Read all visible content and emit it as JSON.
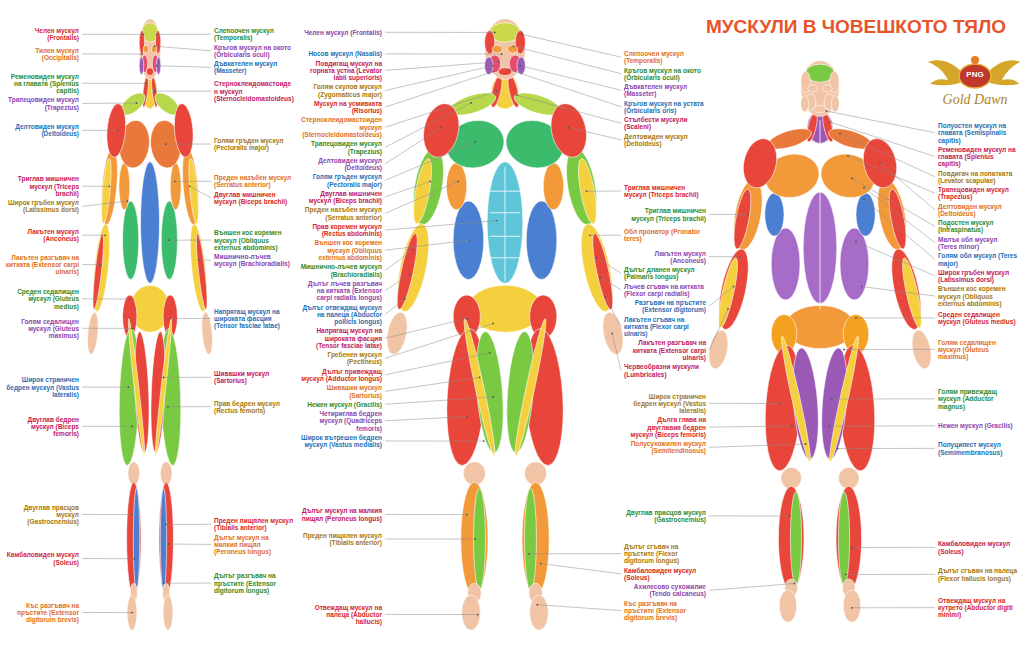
{
  "diagram": {
    "title": "МУСКУЛИ В ЧОВЕШКОТО ТЯЛО",
    "labels": [
      "Челен мускул (Frontalis)",
      "Тилен мускул (Occipitalis)",
      "Ременовиден мускул на главата (Splenius capitis)",
      "Трапецовиден мускул (Trapezius)",
      "Делтовиден мускул (Deltoideus)",
      "Триглав мишничен мускул (Triceps brachii)",
      "Широк гръбен мускул (Latissimus dorsi)",
      "Лакътен мускул (Anconeus)",
      "Лакътен разгъвач на китката (Extensor carpi ulnaris)",
      "Среден седалищен мускул (Gluteus medius)",
      "Голям седалищен мускул (Gluteus maximus)",
      "Широк страничен бедрен мускул (Vastus lateralis)",
      "Двуглав бедрен мускул (Biceps femoris)",
      "Двуглав прасцов мускул (Gastrocnemius)",
      "Камбаловиден мускул (Soleus)",
      "Къс разгъвач на пръстите (Extensor digitorum brevis)",
      "Слепоочен мускул (Temporalis)",
      "Кръгов мускул на окото (Orbicularis oculi)",
      "Дъвкателен мускул (Masseter)",
      "Стерноклеидомастоиден мускул (Sternocleidomastoideus)",
      "Голям гръден мускул (Pectoralis major)",
      "Двуглав мишничен мускул (Biceps brachii)",
      "Преден назъбен мускул (Serratus anterior)",
      "Външен кос коремен мускул (Obliquus externus abdominis)",
      "Мишнично-лъчев мускул (Brachioradialis)",
      "Напрягащ мускул на широката фасция (Tensor fasciae latae)",
      "Шивашки мускул (Sartorius)",
      "Прав бедрен мускул (Rectus femoris)",
      "Преден пищялен мускул (Tibialis anterior)",
      "Дълъг мускул на малкия пищял (Peroneus longus)",
      "Дълъг разгъвач на пръстите (Extensor digitorum longus)",
      "Челен мускул (Frontalis)",
      "Носов мускул (Nasalis)",
      "Повдигащ мускул на горната устна (Levator labii superioris)",
      "Голям скулов мускул (Zygomaticus major)",
      "Мускул на усмивката (Risorius)",
      "Стерноклеидомастоиден мускул (Sternocleidomastoideus)",
      "Трапецовиден мускул (Trapezius)",
      "Делтовиден мускул (Deltoideus)",
      "Голям гръден мускул (Pectoralis major)",
      "Двуглав мишничен мускул (Biceps brachii)",
      "Преден назъбен мускул (Serratus anterior)",
      "Прав коремен мускул (Rectus abdominis)",
      "Външен кос коремен мускул (Obliquus externus abdominis)",
      "Мишнично-лъчев мускул (Brachioradialis)",
      "Дълъг лъчев разгъвач на китката (Extensor carpi radialis longus)",
      "Дълъг отвеждащ мускул на палеца (Abductor pollicis longus)",
      "Напрягащ мускул на широката фасция (Tensor fasciae latae)",
      "Гребенен мускул (Pectineus)",
      "Дълъг привеждащ мускул (Adductor longus)",
      "Шивашки мускул (Sartorius)",
      "Нежен мускул (Gracilis)",
      "Четириглав бедрен мускул (Quadriceps femoris)",
      "Широк вътрешен бедрен мускул (Vastus medialis)",
      "Дълъг мускул на малкия пищял (Peroneus longus)",
      "Преден пищялен мускул (Tibialis anterior)",
      "Отвеждащ мускул на палеца (Abductor hallucis)",
      "Слепоочен мускул (Temporalis)",
      "Кръгов мускул на окото (Orbicularis oculi)",
      "Дъвкателен мускул (Masseter)",
      "Кръгов мускул на устата (Orbicularis oris)",
      "Стълбести мускули (Scaleni)",
      "Делтовиден мускул (Deltoideus)",
      "Триглав мишничен мускул (Triceps brachii)",
      "Обл пронатор (Pronator teres)",
      "Дълъг дланен мускул (Palmaris longus)",
      "Лъчев сгъвач на китката (Flexor carpi radialis)",
      "Лакътен сгъвач на китката (Flexor carpi ulnaris)",
      "Червеобразни мускули (Lumbricales)",
      "Дълъг сгъвач на пръстите (Flexor digitorum longus)",
      "Камбаловиден мускул (Soleus)",
      "Къс разгъвач на пръстите (Extensor digitorum brevis)",
      "Триглав мишничен мускул (Triceps brachii)",
      "Лакътен мускул (Anconeus)",
      "Разгъвач на пръстите (Extensor digitorum)",
      "Лакътен разгъвач на китката (Extensor carpi ulnaris)",
      "Широк страничен бедрен мускул (Vastus lateralis)",
      "Дълга глава на двуглавия бедрен мускул (Biceps femoris)",
      "Полусухожилен мускул (Semitendinosus)",
      "Двуглав прасцов мускул (Gastrocnemius)",
      "Ахилесово сухожилие (Tendo calcaneus)",
      "Полуостен мускул на главата (Semispinalis capitis)",
      "Ременовиден мускул на главата (Splenius capitis)",
      "Повдигач на лопатката (Levator scapulae)",
      "Трапецовиден мускул (Trapezius)",
      "Делтовиден мускул (Deltoideus)",
      "Подостен мускул (Infraspinatus)",
      "Малък обл мускул (Teres minor)",
      "Голям обл мускул (Teres major)",
      "Широк гръбен мускул (Latissimus dorsi)",
      "Външен кос коремен мускул (Obliquus externus abdominis)",
      "Среден седалищен мускул (Gluteus medius)",
      "Голям седалищен мускул (Gluteus maximus)",
      "Голям привеждащ мускул (Adductor magnus)",
      "Нежен мускул (Gracilis)",
      "Полуципест мускул (Semimembranosus)",
      "Камбаловиден мускул (Soleus)",
      "Дълъг сгъвач на палеца (Flexor hallucis longus)",
      "Отвеждащ мускул на кутрето (Abductor digiti minimi)",
      "PNG",
      "Gold Dawn"
    ]
  }
}
